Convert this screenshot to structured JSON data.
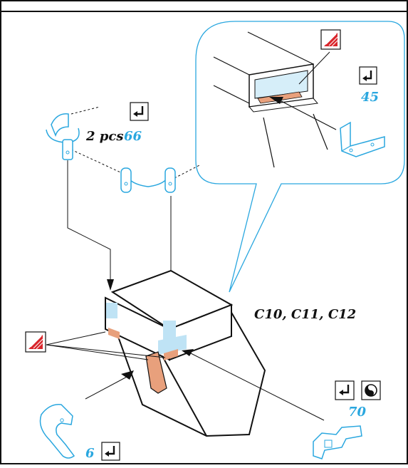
{
  "labels": {
    "pcs_qty": "2 pcs",
    "part_66": "66",
    "part_45": "45",
    "part_70": "70",
    "part_6": "6",
    "assembly_ref": "C10, C11, C12"
  },
  "icons": [
    "bend-icon",
    "glue-icon",
    "roll-icon"
  ],
  "colors": {
    "part_blue": "#2aa7df",
    "detail_fill": "#d6eef9",
    "copper": "#e8a07c",
    "glue_red": "#d9252b",
    "ink": "#111111"
  }
}
